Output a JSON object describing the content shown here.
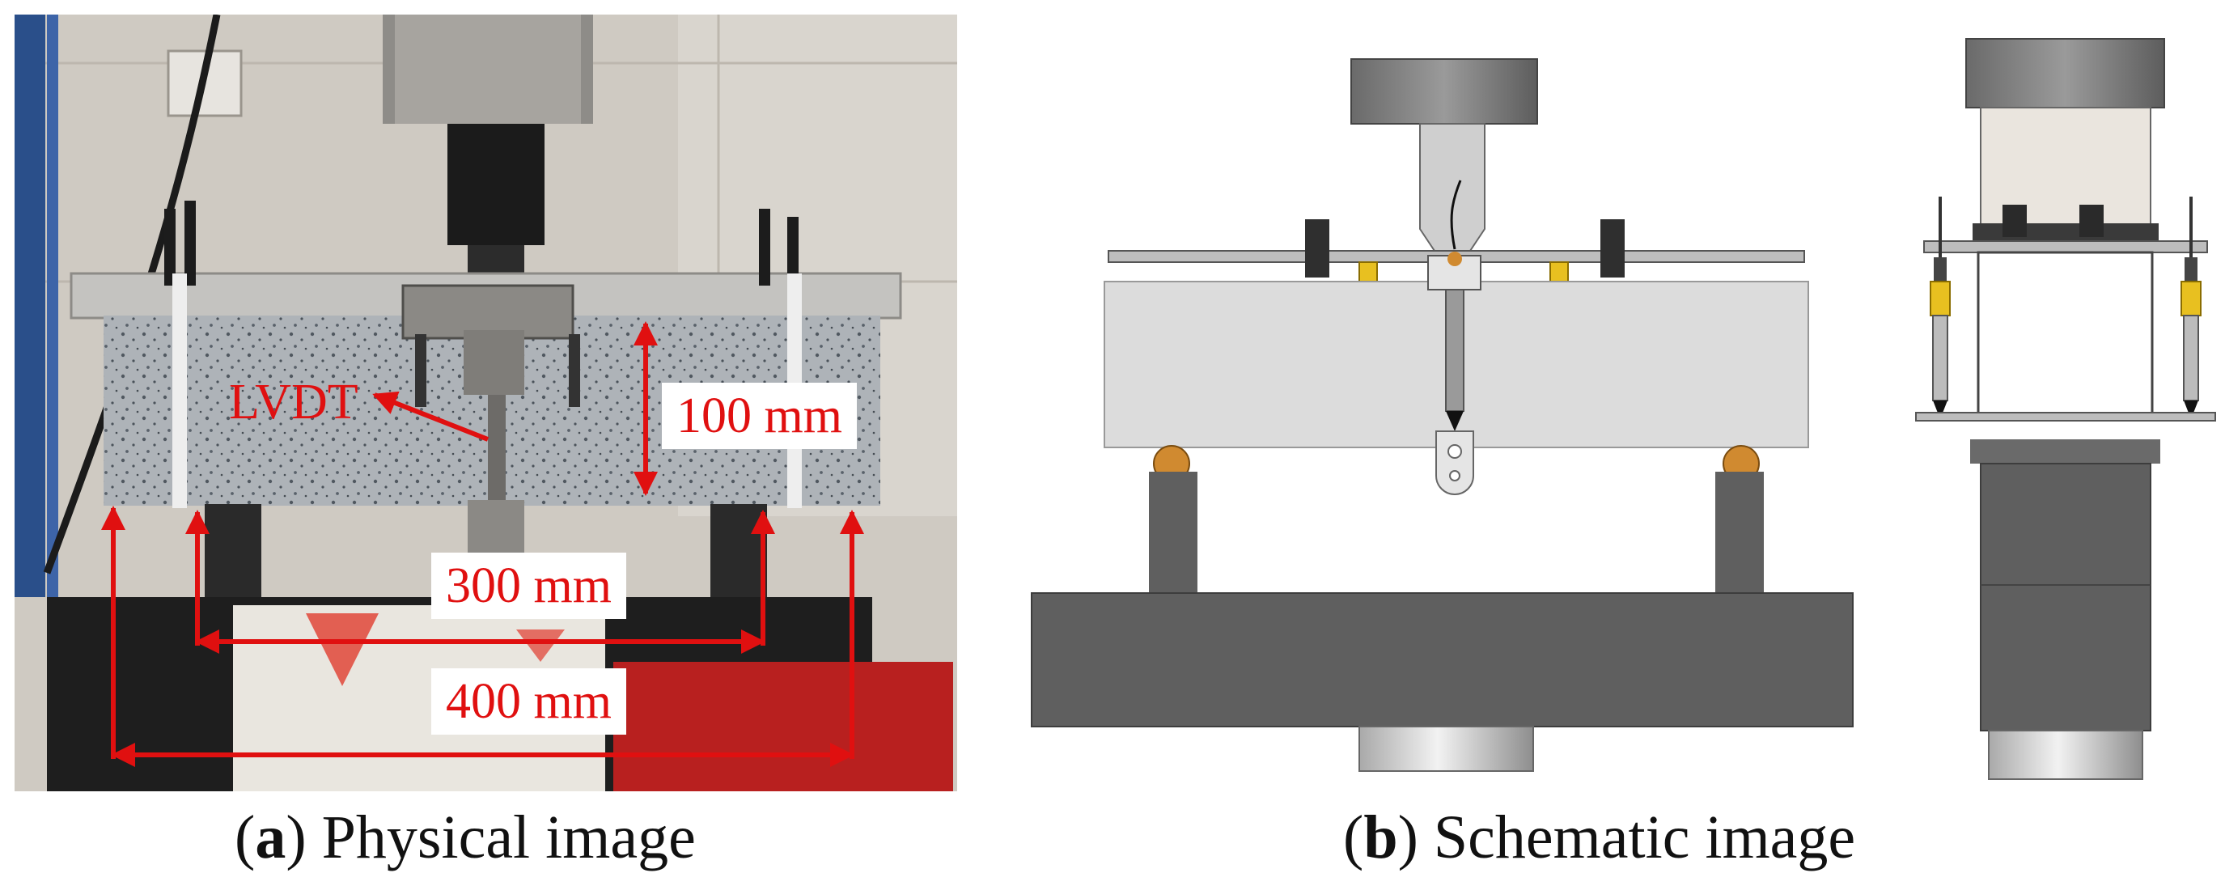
{
  "panel_a": {
    "caption_letter": "a",
    "caption_text": "Physical image",
    "labels": {
      "lvdt": "LVDT",
      "height": "100 mm",
      "span_inner": "300 mm",
      "span_outer": "400 mm"
    }
  },
  "panel_b": {
    "caption_letter": "b",
    "caption_text": "Schematic image"
  },
  "colors": {
    "annotation_red": "#e01010",
    "steel_dark": "#5f5f5f",
    "concrete": "#dcdcdc",
    "roller_orange": "#d08a30",
    "lvdt_yellow": "#e8c020"
  }
}
